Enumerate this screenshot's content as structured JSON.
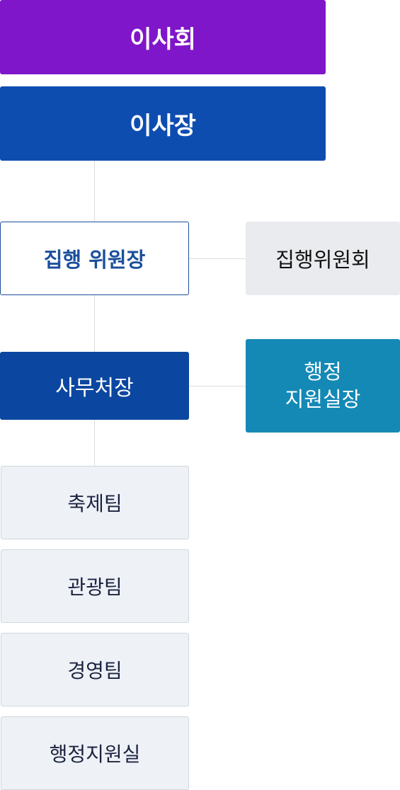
{
  "org_chart": {
    "board": "이사회",
    "chairman": "이사장",
    "executive_chair": "집행 위원장",
    "executive_committee": "집행위원회",
    "secretary_general": "사무처장",
    "admin_support_director": [
      "행정",
      "지원실장"
    ],
    "teams": [
      "축제팀",
      "관광팀",
      "경영팀",
      "행정지원실"
    ]
  }
}
